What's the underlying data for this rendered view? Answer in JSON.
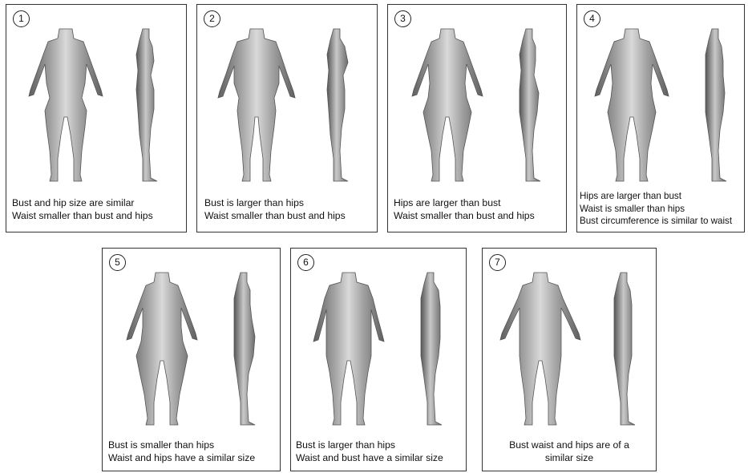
{
  "colors": {
    "body_light": "#d9d9d9",
    "body_mid": "#a3a3a3",
    "body_dark": "#5e5e5e",
    "border": "#333333"
  },
  "panels": [
    {
      "number": "1",
      "lines": [
        "Bust and hip size are similar",
        "Waist smaller than bust and hips"
      ]
    },
    {
      "number": "2",
      "lines": [
        "Bust is larger than hips",
        "Waist smaller than bust and hips"
      ]
    },
    {
      "number": "3",
      "lines": [
        "Hips are larger than bust",
        "Waist smaller than bust and hips"
      ]
    },
    {
      "number": "4",
      "lines": [
        "Hips are larger than bust",
        "Waist is smaller than hips",
        "Bust circumference is similar to waist"
      ]
    },
    {
      "number": "5",
      "lines": [
        "Bust is smaller than hips",
        "Waist and hips have a similar size"
      ]
    },
    {
      "number": "6",
      "lines": [
        "Bust is larger than hips",
        "Waist and bust have a similar size"
      ]
    },
    {
      "number": "7",
      "lines": [
        "Bust waist and hips are of a",
        "similar size"
      ]
    }
  ]
}
